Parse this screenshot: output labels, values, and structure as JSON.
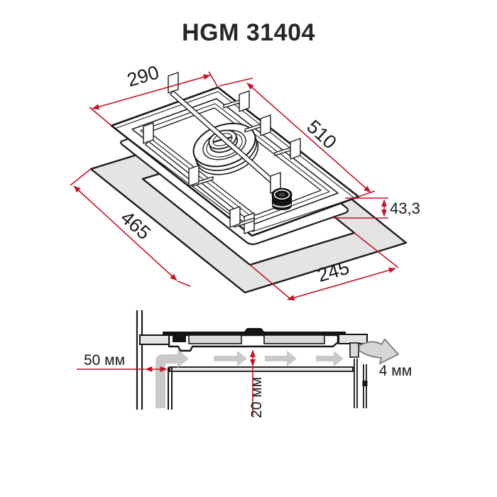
{
  "title": "HGM 31404",
  "colors": {
    "dimension_red": "#c41425",
    "line_black": "#1a1a1a",
    "countertop_gray": "#e4e4e4",
    "airflow_gray": "#c9c9c9"
  },
  "top_view": {
    "description": "isometric drawing of one-burner domino gas hob above countertop cutout",
    "dim_width": "290",
    "dim_length": "510",
    "dim_height": "43,3",
    "dim_cutout_length": "465",
    "dim_cutout_width": "245"
  },
  "section_view": {
    "description": "installation cross-section with ventilation airflow",
    "dim_wall_clearance": "50 мм",
    "dim_shelf_clearance": "20 мм",
    "dim_rear_gap": "4 мм"
  }
}
